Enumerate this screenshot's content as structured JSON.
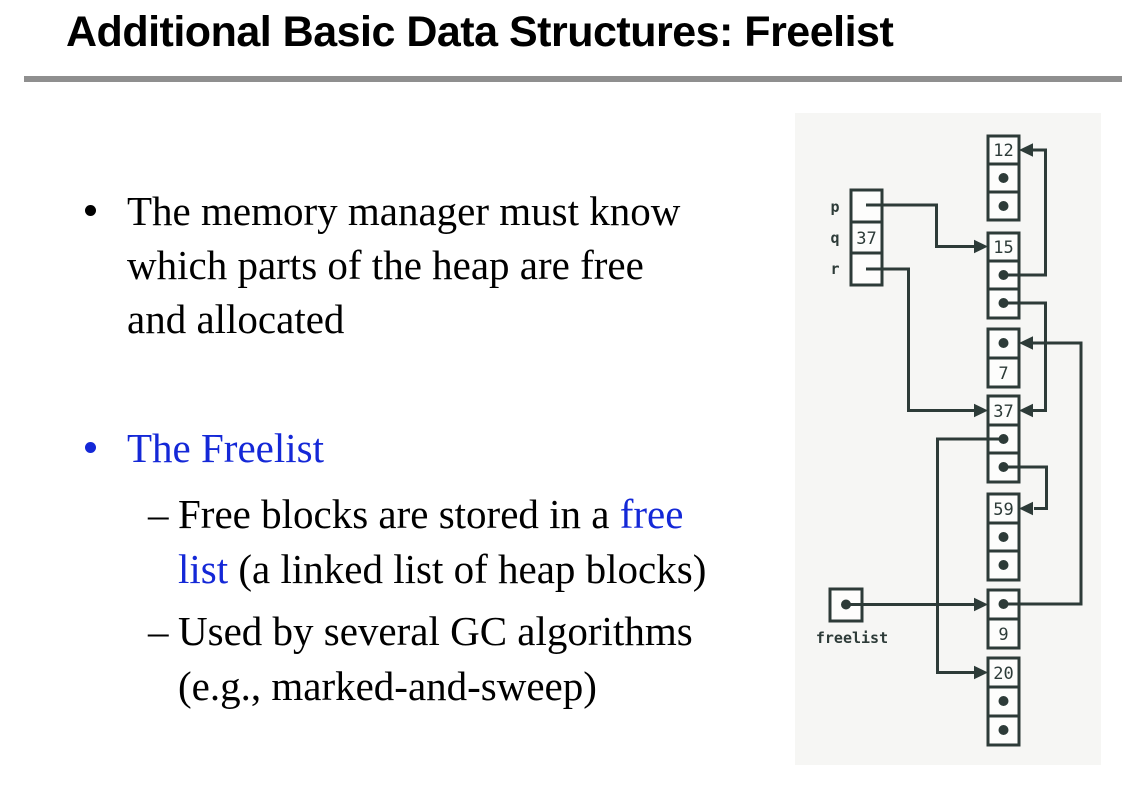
{
  "slide": {
    "title": "Additional Basic Data Structures: Freelist"
  },
  "content": {
    "bullet1": {
      "line1": "The memory manager must know",
      "line2": "which parts of the heap are free",
      "line3": "and allocated"
    },
    "bullet2": {
      "text": "The Freelist"
    },
    "dash": "–",
    "sub1": {
      "line1_pre": "Free blocks are stored in a ",
      "line1_blue": "free",
      "line2_blue": "list",
      "line2_post": " (a linked list of heap blocks)"
    },
    "sub2": {
      "line1": "Used by several GC algorithms",
      "line2": "(e.g., marked-and-sweep)"
    }
  },
  "diagram": {
    "labels": {
      "p": "p",
      "q": "q",
      "r": "r",
      "freelist": "freelist"
    },
    "root_value": "37",
    "values": {
      "b12": "12",
      "b15": "15",
      "b7": "7",
      "b37": "37",
      "b59": "59",
      "b9": "9",
      "b20": "20"
    },
    "arrows": [
      "p -> block 15",
      "r -> block 37",
      "block15.field1 -> block 12",
      "block15.field2 -> block 37",
      "block37.field1 -> block 20",
      "block37.field2 -> block 59",
      "block9.next -> block 7",
      "freelist -> block 9"
    ]
  },
  "colors": {
    "accent_blue": "#1428d7",
    "diagram_ink": "#2d3b38",
    "rule_gray": "#8f8f8f",
    "panel_bg": "#f6f6f4"
  }
}
